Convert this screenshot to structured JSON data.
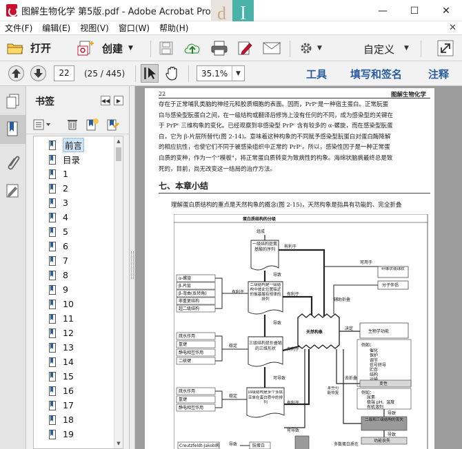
{
  "window": {
    "title": "图解生物化学 第5版.pdf - Adobe Acrobat Pro",
    "logo_left": "d",
    "logo_right": "I",
    "controls": [
      "—",
      "☐",
      "✕"
    ]
  },
  "menu": [
    "文件(F)",
    "编辑(E)",
    "视图(V)",
    "窗口(W)",
    "帮助(H)"
  ],
  "menu_close": "✕",
  "toolbar": {
    "open_label": "打开",
    "create_label": "创建",
    "customize_label": "自定义"
  },
  "nav": {
    "page_value": "22",
    "page_count": "(25 / 445)",
    "zoom_value": "35.1%",
    "tools_label": "工具",
    "fill_sign_label": "填写和签名",
    "comment_label": "注释"
  },
  "bookmarks": {
    "title": "书签",
    "items": [
      "前言",
      "目录",
      "1",
      "2",
      "3",
      "4",
      "5",
      "6",
      "7",
      "8",
      "9",
      "10",
      "11",
      "12",
      "13",
      "14",
      "15",
      "16",
      "17",
      "18",
      "19"
    ],
    "selected_index": 0
  },
  "document": {
    "page_number": "22",
    "running_header": "图解生物化学",
    "paragraph_lines": [
      "存在于正常哺乳类脑的神经元和胶质细胞的表面。因而，PrPᶜ是一种宿主蛋白。正常朊蛋",
      "白与感染型朊蛋白之间，在一级结构或翻译后修饰上没有任何的不同，成为感染型的关键在",
      "于 PrPᶜ 三维构象的变化。已经观察到非感染型 PrPᶜ 含有较多的 α-螺旋，而在感染型朊蛋",
      "白，它为 β-片层所替代(图 2-14)。意味着这种构象的不同赋予感染型朊蛋白对蛋白酶降解",
      "的相应抗性，也使它们不同于被感染组织中正常的 PrPᶜ。所以，感染性因子是一种正常蛋",
      "白质的变种，作为一个\"模板\"，将正常蛋白质转变为致病性的构象。海绵状脑病最终总是致",
      "死的，目前，尚无改变这一结局的治疗方法。"
    ],
    "section_title": "七、本章小结",
    "summary_line": "理解蛋白质结构的重点是天然构象的概念(图 2-15)，天然构象是指具有功能的、完全折叠",
    "diagram": {
      "title": "蛋白质结构的分级",
      "primary": "一级结构是氨基酸的序列",
      "secondary": "二级结构是一级结构中彼此位置接近的氨基酸有规律的排列",
      "tertiary": "三级结构是折叠链的三维形状",
      "quaternary": "四级结构是多个多肽亚单在蛋白质中的排列",
      "native": "天然构象",
      "function": "生物学功能",
      "composed": "组成",
      "leads_to": "导致",
      "favors": "有利于",
      "determines": "决定",
      "stabilizes": "稳定",
      "assisted_folding": "辅助折叠",
      "possible": "可导致",
      "can_use": "可用于",
      "fiber": "纤维状或球状",
      "molecular_chaperone": "分子伴侣",
      "sec_list": [
        "α-螺旋",
        "β-片层",
        "β-弯曲(反转角)",
        "非重复结构",
        "超二级结构"
      ],
      "ter_list": [
        "疏水作用",
        "氢键",
        "静电相互作用",
        "二硫键"
      ],
      "quat_list": [
        "疏水作用",
        "氢键",
        "静电相互作用"
      ],
      "function_examples": [
        "例如：",
        "催化",
        "保护",
        "调节",
        "信号转导",
        "贮存",
        "结构",
        "运输"
      ],
      "denature": "变性",
      "unfold": "去折叠",
      "renature_label": "某些可能恢复",
      "denature_causes": [
        "例如：",
        "尿素",
        "极端 pH、温度",
        "有机溶剂"
      ],
      "loss": "二级和三级结构的丧失",
      "loss_function": "功能丧失",
      "bottom_left": "Creutzfeldt-Jakob病",
      "bottom_mid": "朊蛋白",
      "bottom_right": "多数蛋白质在"
    }
  },
  "colors": {
    "accent": "#2a5d9f",
    "titlebar": "#ffffff",
    "toolbar": "#f2f2f2",
    "doc_bg": "#9c9c9c",
    "selection": "#cfe3f7",
    "acrobat_red": "#c8102e"
  },
  "icons": {
    "open": "folder-icon",
    "create": "create-pdf-icon",
    "save": "save-icon",
    "upload": "cloud-upload-icon",
    "print": "printer-icon",
    "edit": "edit-icon",
    "mail": "mail-icon",
    "settings": "gear-icon",
    "expand": "expand-icon"
  }
}
